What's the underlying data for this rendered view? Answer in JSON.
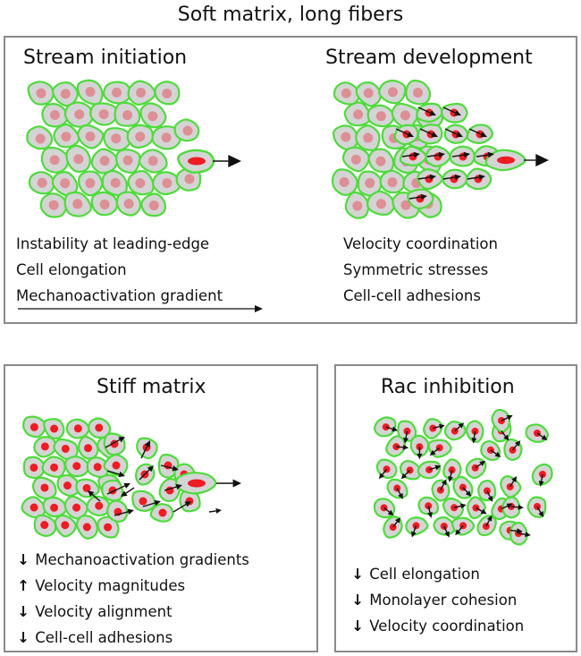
{
  "title": "Soft matrix, long fibers",
  "panels": {
    "initiation": {
      "heading": "Stream initiation",
      "lines": [
        "Instability at leading-edge",
        "Cell elongation",
        "Mechanoactivation gradient"
      ]
    },
    "development": {
      "heading": "Stream development",
      "lines": [
        "Velocity coordination",
        "Symmetric stresses",
        "Cell-cell adhesions"
      ]
    },
    "stiff": {
      "heading": "Stiff matrix",
      "lines": [
        {
          "arrow": "↓",
          "text": "Mechanoactivation gradients"
        },
        {
          "arrow": "↑",
          "text": "Velocity magnitudes"
        },
        {
          "arrow": "↓",
          "text": "Velocity alignment"
        },
        {
          "arrow": "↓",
          "text": "Cell-cell adhesions"
        }
      ]
    },
    "rac": {
      "heading": "Rac inhibition",
      "lines": [
        {
          "arrow": "↓",
          "text": "Cell elongation"
        },
        {
          "arrow": "↓",
          "text": "Monolayer cohesion"
        },
        {
          "arrow": "↓",
          "text": "Velocity coordination"
        }
      ]
    }
  },
  "colors": {
    "cell_fill": "#d4d4d4",
    "cell_border": "#4ddc3a",
    "nucleus_pink": "#dd8f96",
    "nucleus_red": "#ee1c24",
    "arrow": "#111111",
    "panel_border": "#8a8a8a"
  }
}
